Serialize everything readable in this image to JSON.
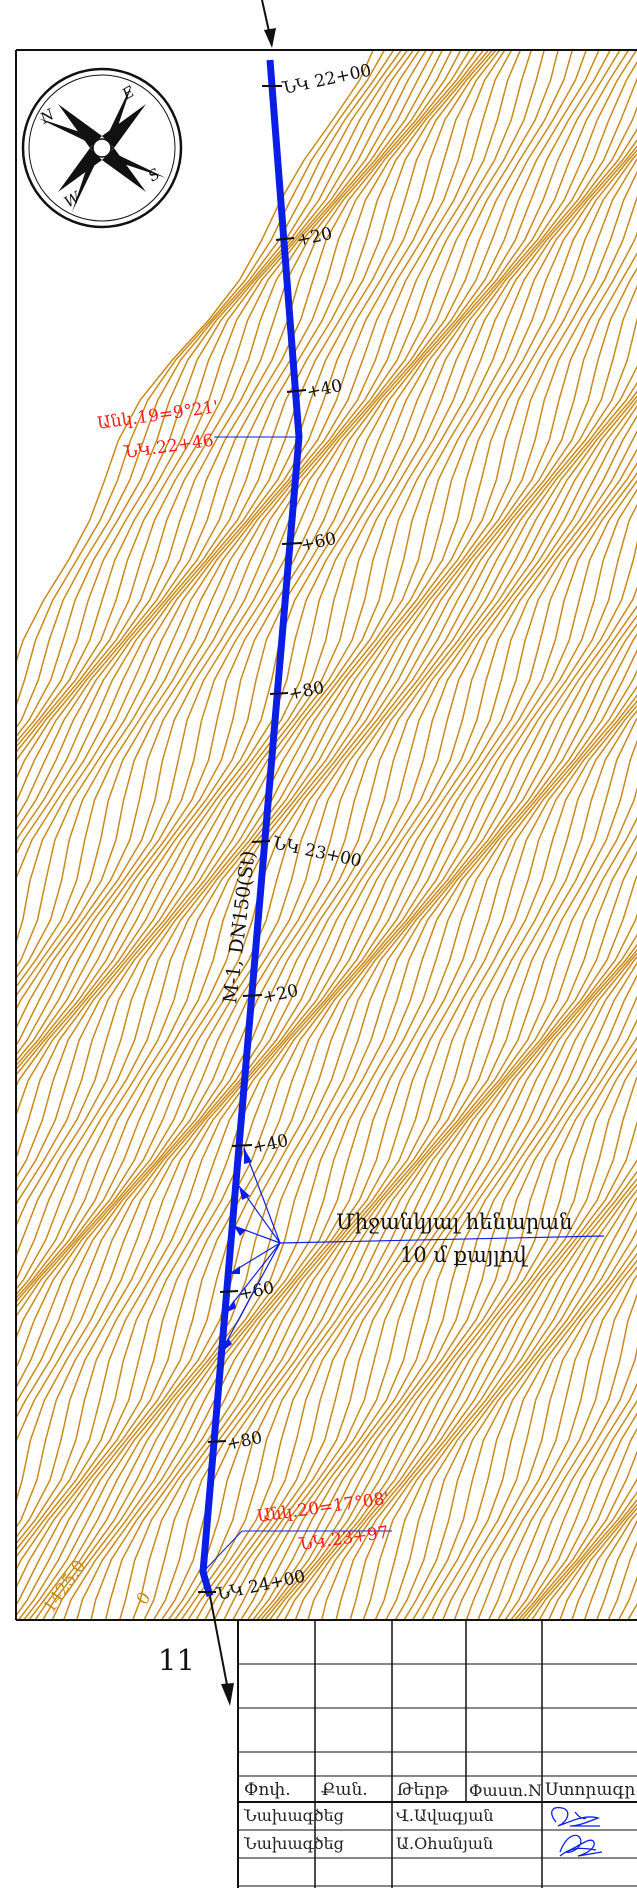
{
  "stations": {
    "s2200": "ՆԿ 22+00",
    "p20a": "+20",
    "p40a": "+40",
    "p60a": "+60",
    "p80a": "+80",
    "s2300": "ՆԿ 23+00",
    "p20b": "+20",
    "p40b": "+40",
    "p60b": "+60",
    "p80b": "+80",
    "s2400": "ՆԿ 24+00"
  },
  "angles": {
    "a19_line1": "Անկ.19=9°21'",
    "a19_line2": "ՆԿ.22+46",
    "a20_line1": "Անկ.20=17°08'",
    "a20_line2": "ՆԿ.23+97"
  },
  "pipe_label": "M-1, DN150(St)",
  "support_note": {
    "line1": "Միջանկյալ հենարան",
    "line2": "10 մ քայլով"
  },
  "sheet_number": "11",
  "contour_label_1": "1425.0",
  "contour_label_2": "0",
  "compass": {
    "n": "N",
    "e": "E",
    "s": "S",
    "w": "W"
  },
  "title_block": {
    "headers": [
      "Փոփ.",
      "Քան.",
      "Թերթ",
      "Փաստ.N",
      "Ստորագր."
    ],
    "rows": [
      {
        "role": "Նախագծեց",
        "name": "Վ.Ավագյան"
      },
      {
        "role": "Նախագծեց",
        "name": "Ա.Օհանյան"
      }
    ]
  },
  "colors": {
    "pipeline": "#0a1ee6",
    "contour": "#c98a1a",
    "annotation_red": "#ff1a1a",
    "frame": "#111111"
  }
}
